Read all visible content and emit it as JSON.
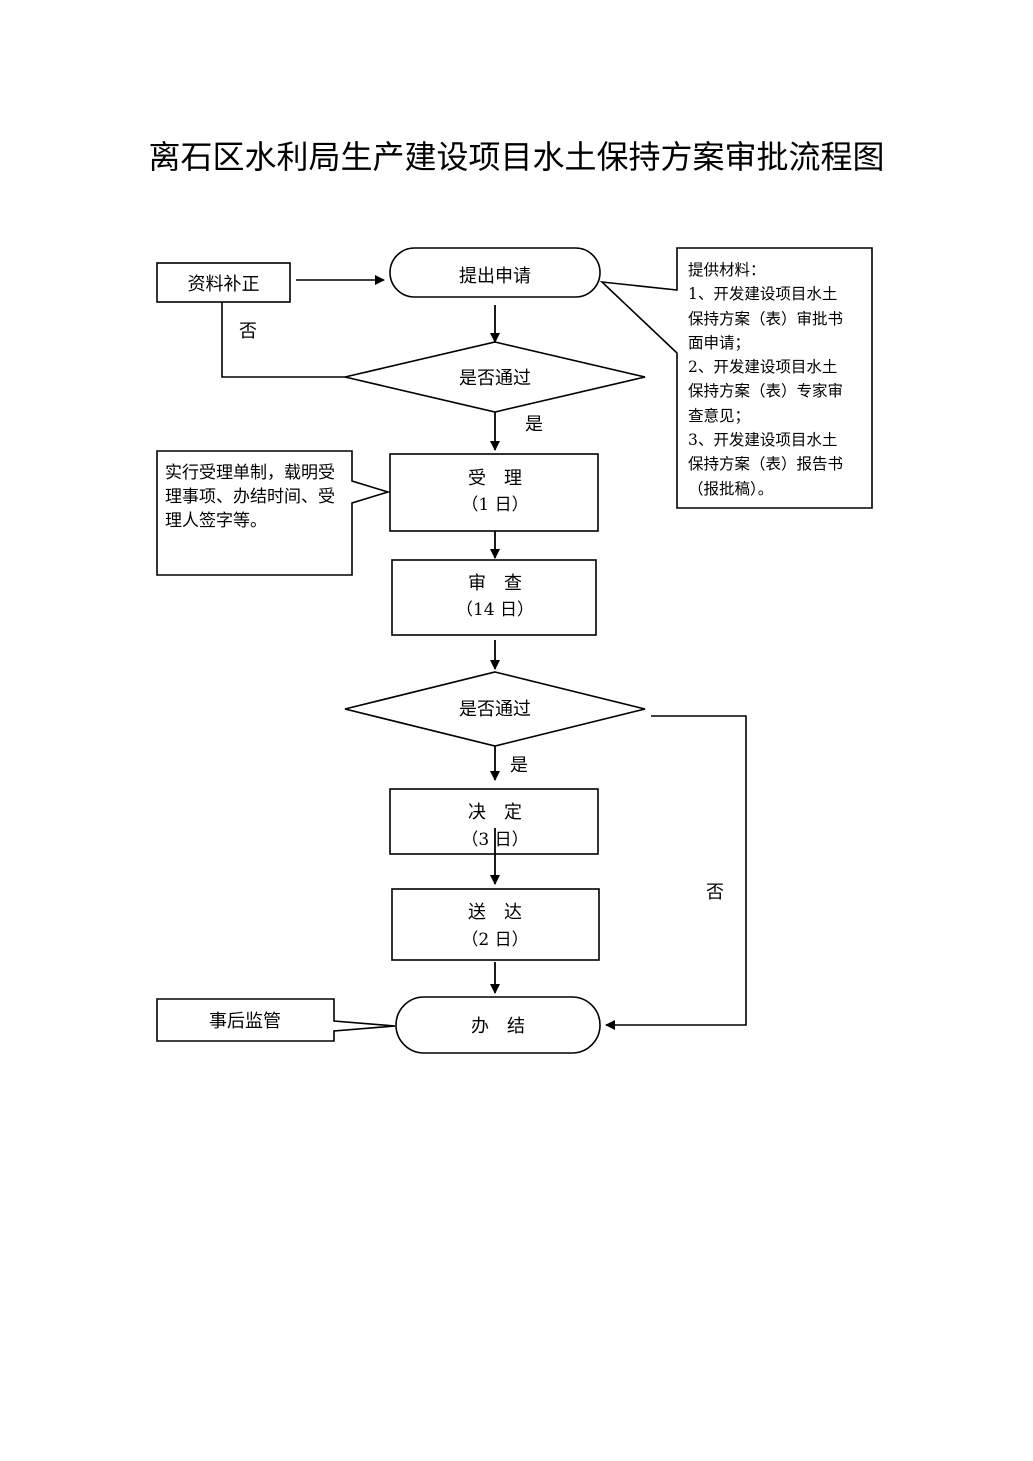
{
  "title": "离石区水利局生产建设项目水土保持方案审批流程图",
  "nodes": {
    "apply": "提出申请",
    "supplement": "资料补正",
    "check1": "是否通过",
    "accept_title": "受　理",
    "accept_days": "（1 日）",
    "review_title": "审　查",
    "review_days": "（14 日）",
    "check2": "是否通过",
    "decide_title": "决　定",
    "decide_days": "（3 日）",
    "deliver_title": "送　达",
    "deliver_days": "（2 日）",
    "complete": "办　结",
    "supervise": "事后监管"
  },
  "edge_labels": {
    "no1": "否",
    "yes1": "是",
    "yes2": "是",
    "no2": "否"
  },
  "notes": {
    "acceptance": "实行受理单制，载明受理事项、办结时间、受理人签字等。",
    "materials": [
      "提供材料：",
      "1、开发建设项目水土",
      "保持方案（表）审批书",
      "面申请；",
      "2、开发建设项目水土",
      "保持方案（表）专家审",
      "查意见；",
      "3、开发建设项目水土",
      "保持方案（表）报告书",
      "（报批稿）。"
    ]
  }
}
